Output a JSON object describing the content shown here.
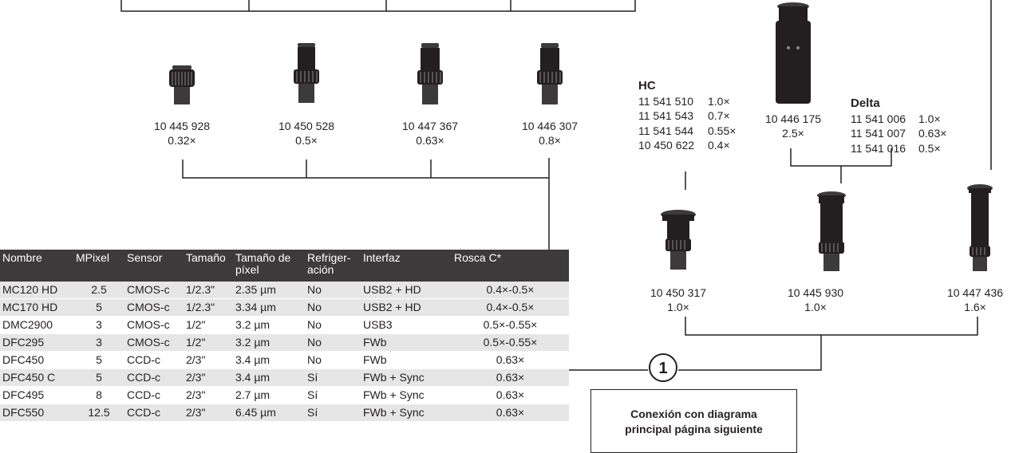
{
  "top_adapters": [
    {
      "part_no": "10 445 928",
      "magnification": "0.32×"
    },
    {
      "part_no": "10 450 528",
      "magnification": "0.5×"
    },
    {
      "part_no": "10 447 367",
      "magnification": "0.63×"
    },
    {
      "part_no": "10 446 307",
      "magnification": "0.8×"
    }
  ],
  "hc_group": {
    "title": "HC",
    "items": [
      {
        "part_no": "11 541 510",
        "magnification": "1.0×"
      },
      {
        "part_no": "11 541 543",
        "magnification": "0.7×"
      },
      {
        "part_no": "11 541 544",
        "magnification": "0.55×"
      },
      {
        "part_no": "10 450 622",
        "magnification": "0.4×"
      }
    ]
  },
  "zoom_tube": {
    "part_no": "10 446 175",
    "magnification": "2.5×"
  },
  "delta_group": {
    "title": "Delta",
    "items": [
      {
        "part_no": "11 541 006",
        "magnification": "1.0×"
      },
      {
        "part_no": "11 541 007",
        "magnification": "0.63×"
      },
      {
        "part_no": "11 541 016",
        "magnification": "0.5×"
      }
    ]
  },
  "bottom_adapters": [
    {
      "part_no": "10 450 317",
      "magnification": "1.0×"
    },
    {
      "part_no": "10 445 930",
      "magnification": "1.0×"
    },
    {
      "part_no": "10 447 436",
      "magnification": "1.6×"
    }
  ],
  "connector_marker": "1",
  "connection_note": {
    "line1": "Conexión con diagrama",
    "line2": "principal página siguiente"
  },
  "table": {
    "headers": [
      "Nombre",
      "MPixel",
      "Sensor",
      "Tamaño",
      "Tamaño de píxel",
      "Refriger-ación",
      "Interfaz",
      "Rosca C*"
    ],
    "rows": [
      [
        "MC120 HD",
        "2.5",
        "CMOS-c",
        "1/2.3\"",
        "2.35 µm",
        "No",
        "USB2 + HD",
        "0.4×-0.5×"
      ],
      [
        "MC170 HD",
        "5",
        "CMOS-c",
        "1/2.3\"",
        "3.34 µm",
        "No",
        "USB2 + HD",
        "0.4×-0.5×"
      ],
      [
        "DMC2900",
        "3",
        "CMOS-c",
        "1/2\"",
        "3.2 µm",
        "No",
        "USB3",
        "0.5×-0.55×"
      ],
      [
        "DFC295",
        "3",
        "CMOS-c",
        "1/2\"",
        "3.2 µm",
        "No",
        "FWb",
        "0.5×-0.55×"
      ],
      [
        "DFC450",
        "5",
        "CCD-c",
        "2/3\"",
        "3.4 µm",
        "No",
        "FWb",
        "0.63×"
      ],
      [
        "DFC450 C",
        "5",
        "CCD-c",
        "2/3\"",
        "3.4 µm",
        "Sí",
        "FWb + Sync",
        "0.63×"
      ],
      [
        "DFC495",
        "8",
        "CCD-c",
        "2/3\"",
        "2.7 µm",
        "Sí",
        "FWb + Sync",
        "0.63×"
      ],
      [
        "DFC550",
        "12.5",
        "CCD-c",
        "2/3\"",
        "6.45 µm",
        "Sí",
        "FWb + Sync",
        "0.63×"
      ]
    ]
  }
}
